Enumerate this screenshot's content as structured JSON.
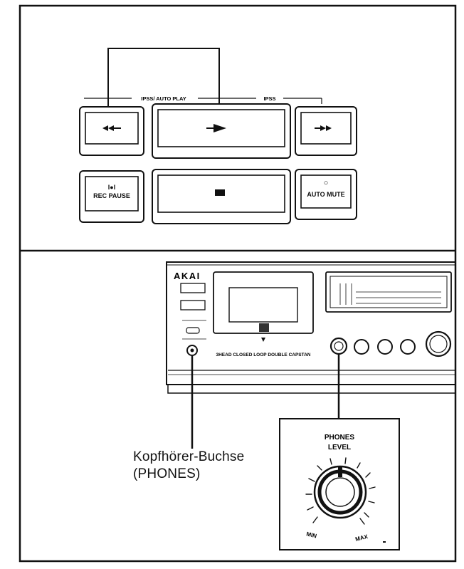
{
  "top_panel": {
    "group_label_ipss_auto_play": "IPSS/ AUTO PLAY",
    "group_label_ipss": "IPSS",
    "buttons": {
      "rec_pause": {
        "symbol": "I●I",
        "label": "REC PAUSE"
      },
      "auto_mute": {
        "symbol": "○",
        "label": "AUTO MUTE"
      }
    }
  },
  "deck": {
    "brand": "AKAI",
    "capstan_label": "3HEAD CLOSED LOOP DOUBLE CAPSTAN"
  },
  "phones_detail": {
    "title_line1": "PHONES",
    "title_line2": "LEVEL",
    "min_label": "MIN",
    "max_label": "MAX"
  },
  "callout": {
    "line1": "Kopfhörer-Buchse",
    "line2": "(PHONES)"
  },
  "icons": [
    "rewind-icon",
    "play-icon",
    "fast-forward-icon",
    "stop-icon",
    "rec-pause-icon",
    "auto-mute-icon",
    "level-knob-icon"
  ]
}
